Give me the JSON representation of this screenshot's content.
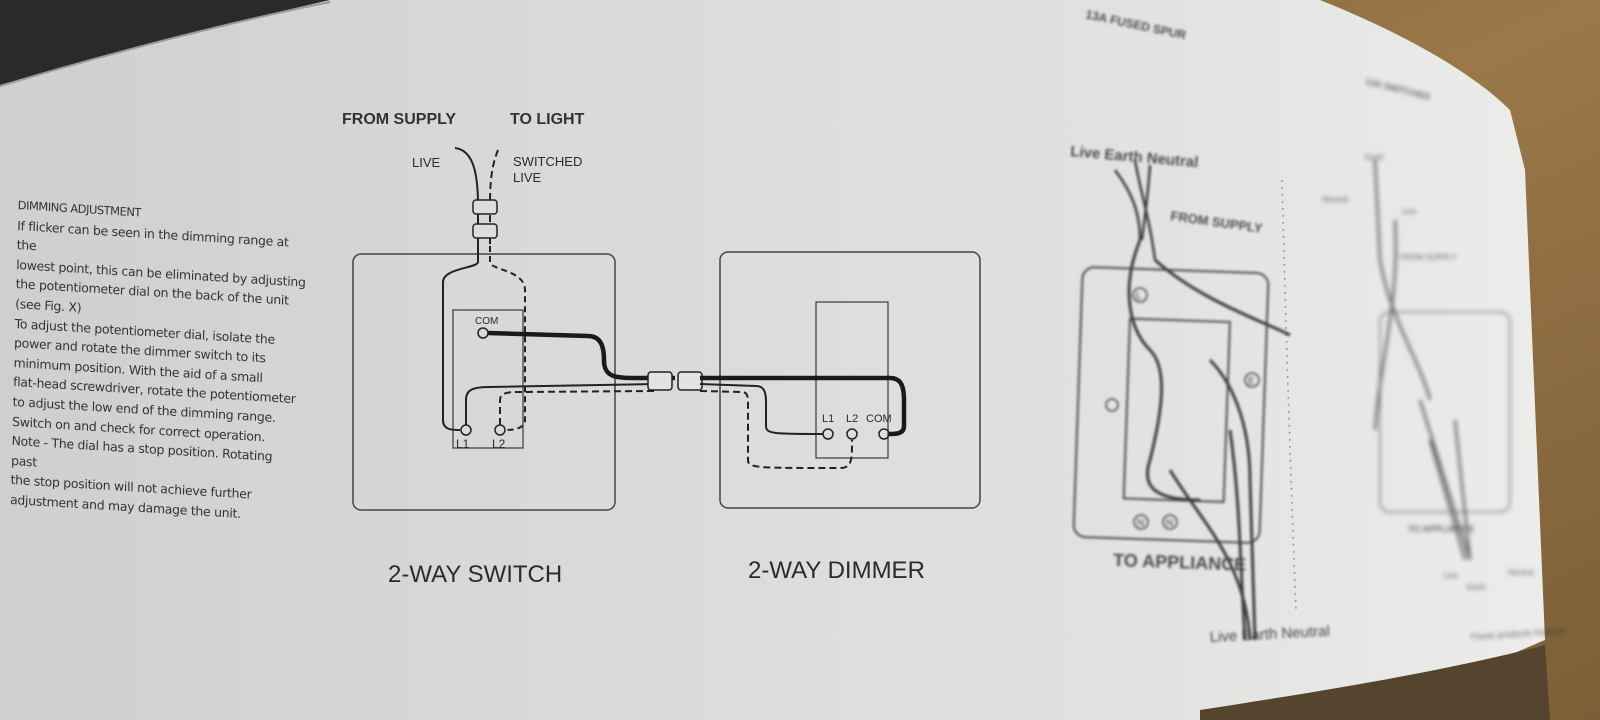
{
  "header": {
    "page_title_right": "13A FUSED SPUR",
    "page_title_far_right": "13A SWITCHED"
  },
  "instructions": {
    "heading": "DIMMING ADJUSTMENT",
    "lines": [
      "If flicker can be seen in the dimming range at the",
      "lowest point, this can be eliminated by adjusting",
      "the potentiometer dial on the back of the unit",
      "(see Fig. X)",
      "To adjust the potentiometer dial, isolate the",
      "power and rotate the dimmer switch to its",
      "minimum position. With the aid of a small",
      "flat-head screwdriver, rotate the potentiometer",
      "to adjust the low end of the dimming range.",
      "Switch on and check for correct operation.",
      "Note - The dial has a stop position. Rotating past",
      "the stop position will not achieve further",
      "adjustment and may damage the unit."
    ]
  },
  "diagram_2way": {
    "from_supply": "FROM SUPPLY",
    "to_light": "TO LIGHT",
    "live": "LIVE",
    "switched_live_1": "SWITCHED",
    "switched_live_2": "LIVE",
    "switch_com": "COM",
    "switch_l1": "L1",
    "switch_l2": "L2",
    "dimmer_l1": "L1",
    "dimmer_l2": "L2",
    "dimmer_com": "COM",
    "caption_switch": "2-WAY SWITCH",
    "caption_dimmer": "2-WAY DIMMER"
  },
  "diagram_fused_spur": {
    "top_labels": "Live Earth Neutral",
    "from_supply": "FROM SUPPLY",
    "terminal_l": "L",
    "terminal_n": "N",
    "terminal_e": "E",
    "caption": "TO APPLIANCE",
    "bottom_labels": "Live Earth Neutral"
  },
  "diagram_right_partial": {
    "top_labels": [
      "Earth",
      "Neutral",
      "Live"
    ],
    "label_supply": "FROM SUPPLY",
    "caption": "TO APPLIANCE",
    "bottom_labels": [
      "Live",
      "Earth",
      "Neutral"
    ],
    "footer_note": "These products have an"
  },
  "colors": {
    "paper": "#dcdcda",
    "ink": "#2b2b2b",
    "wood": "#8a6a40"
  }
}
